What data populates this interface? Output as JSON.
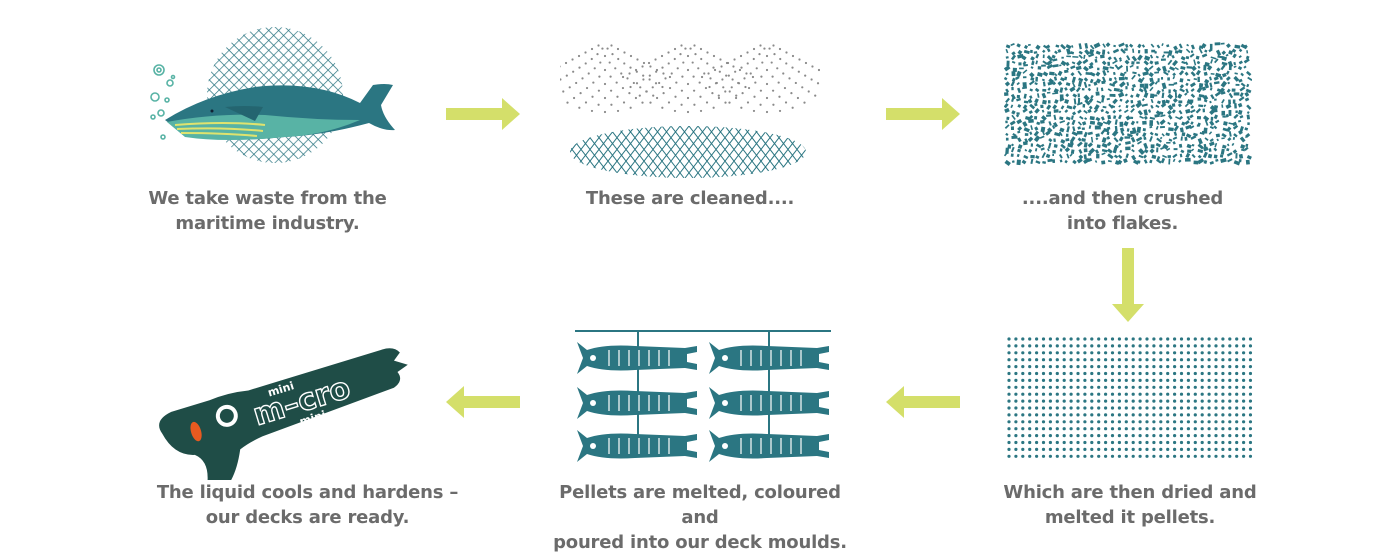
{
  "diagram": {
    "title": "Recycled deck process",
    "colors": {
      "teal": "#2b7682",
      "teal_light": "#58b3a5",
      "arrow": "#d4df6a",
      "text": "#6b6b6b",
      "deck": "#1f4d47",
      "whale_stripe": "#dfe36e"
    },
    "steps": [
      {
        "id": 1,
        "illustration": "whale-net",
        "line1": "We take waste from the",
        "line2": "maritime industry."
      },
      {
        "id": 2,
        "illustration": "spray-cleaning-net",
        "line1": "These are cleaned....",
        "line2": ""
      },
      {
        "id": 3,
        "illustration": "flakes",
        "line1": "....and then crushed",
        "line2": "into flakes."
      },
      {
        "id": 4,
        "illustration": "pellets-grid",
        "line1": "Which are then dried and",
        "line2": "melted it pellets."
      },
      {
        "id": 5,
        "illustration": "deck-moulds",
        "line1": "Pellets are melted, coloured and",
        "line2": "poured into our deck moulds."
      },
      {
        "id": 6,
        "illustration": "scooter-deck",
        "line1": "The liquid cools and hardens –",
        "line2": "our decks are ready."
      }
    ],
    "arrows": [
      {
        "from": 1,
        "to": 2,
        "direction": "right"
      },
      {
        "from": 2,
        "to": 3,
        "direction": "right"
      },
      {
        "from": 3,
        "to": 4,
        "direction": "down"
      },
      {
        "from": 4,
        "to": 5,
        "direction": "left"
      },
      {
        "from": 5,
        "to": 6,
        "direction": "left"
      }
    ],
    "deck_logo": {
      "brand": "m–cro",
      "top": "mini",
      "bottom": "mini"
    }
  }
}
